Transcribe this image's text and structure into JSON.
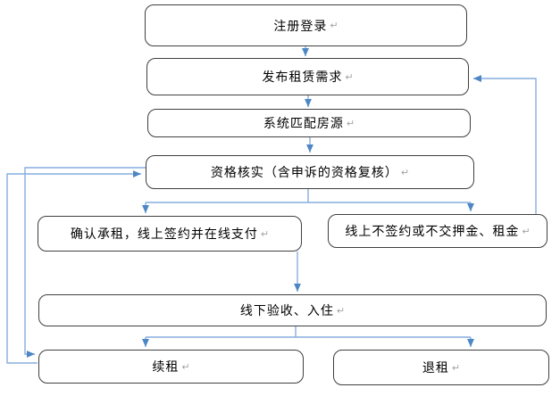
{
  "meta": {
    "pilcrow": "↵"
  },
  "nodes": {
    "register": {
      "label": "注册登录"
    },
    "publish": {
      "label": "发布租赁需求"
    },
    "match": {
      "label": "系统匹配房源"
    },
    "verify": {
      "label": "资格核实（含申诉的资格复核）"
    },
    "confirm": {
      "label": "确认承租，线上签约并在线支付"
    },
    "nosign": {
      "label": "线上不签约或不交押金、租金"
    },
    "checkin": {
      "label": "线下验收、入住"
    },
    "renew": {
      "label": "续租"
    },
    "terminate": {
      "label": "退租"
    }
  },
  "edges": [
    {
      "from": "注册登录",
      "to": "发布租赁需求",
      "type": "arrow"
    },
    {
      "from": "发布租赁需求",
      "to": "系统匹配房源",
      "type": "arrow"
    },
    {
      "from": "系统匹配房源",
      "to": "资格核实（含申诉的资格复核）",
      "type": "arrow"
    },
    {
      "from": "资格核实（含申诉的资格复核）",
      "to": "确认承租，线上签约并在线支付",
      "type": "branch-arrow"
    },
    {
      "from": "资格核实（含申诉的资格复核）",
      "to": "线上不签约或不交押金、租金",
      "type": "branch-arrow"
    },
    {
      "from": "确认承租，线上签约并在线支付",
      "to": "线下验收、入住",
      "type": "arrow"
    },
    {
      "from": "线上不签约或不交押金、租金",
      "to": "发布租赁需求",
      "type": "feedback-arrow"
    },
    {
      "from": "线下验收、入住",
      "to": "续租",
      "type": "branch-arrow"
    },
    {
      "from": "线下验收、入住",
      "to": "退租",
      "type": "branch-arrow"
    },
    {
      "from": "续租",
      "to": "资格核实（含申诉的资格复核）",
      "type": "feedback-arrow"
    },
    {
      "from": "资格核实（含申诉的资格复核）",
      "to": "续租",
      "type": "feedback-arrow"
    }
  ],
  "colors": {
    "line": "#85aede",
    "arrow": "#4c86c5",
    "border": "#3f3f3f",
    "text": "#000000",
    "pilcrow": "#a3a3a3",
    "background": "#ffffff"
  }
}
